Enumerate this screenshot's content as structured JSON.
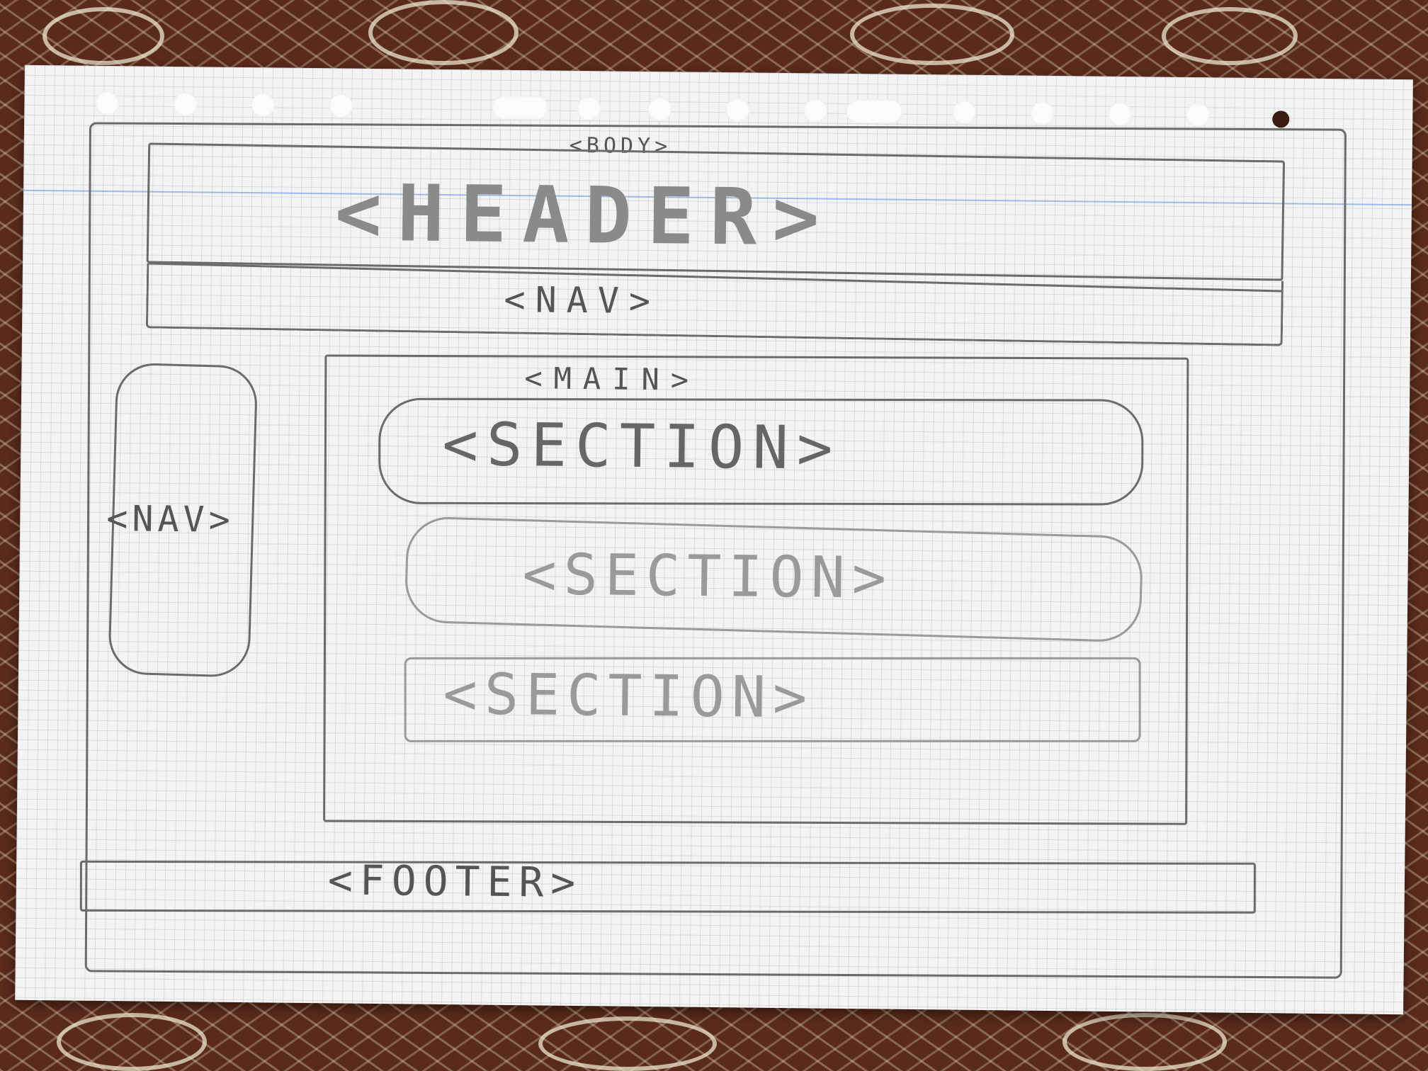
{
  "diagram": {
    "labels": {
      "body": "<BODY>",
      "header": "<HEADER>",
      "top_nav": "<NAV>",
      "main": "<MAIN>",
      "side_nav": "<NAV>",
      "section_1": "<SECTION>",
      "section_2": "<SECTION>",
      "section_3": "<SECTION>",
      "footer": "<FOOTER>"
    }
  }
}
